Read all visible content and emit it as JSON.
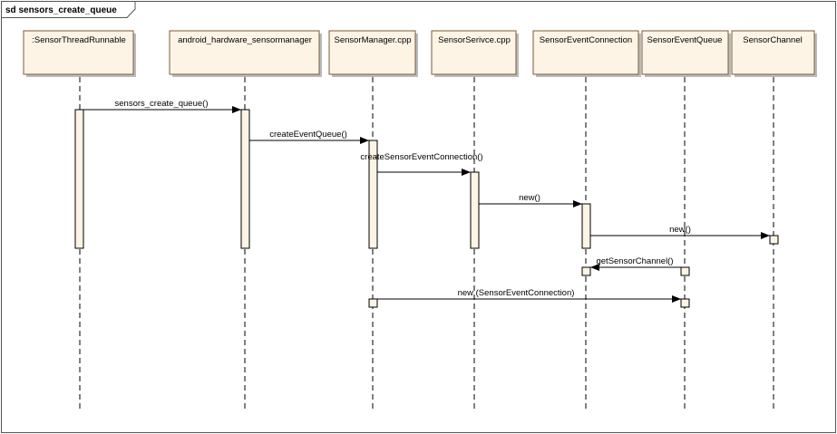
{
  "frame": {
    "title": "sd sensors_create_queue"
  },
  "colors": {
    "participant_fill": "#fdf4e5",
    "participant_border": "#7a5a3a",
    "activation_fill": "#fdf4e5",
    "line": "#000000"
  },
  "participants": [
    {
      "id": "p0",
      "label": ":SensorThreadRunnable"
    },
    {
      "id": "p1",
      "label": "android_hardware_sensormanager"
    },
    {
      "id": "p2",
      "label": "SensorManager.cpp"
    },
    {
      "id": "p3",
      "label": "SensorSerivce.cpp"
    },
    {
      "id": "p4",
      "label": "SensorEventConnection"
    },
    {
      "id": "p5",
      "label": "SensorEventQueue"
    },
    {
      "id": "p6",
      "label": "SensorChannel"
    }
  ],
  "messages": [
    {
      "id": "m0",
      "label": "sensors_create_queue()",
      "from": "p0",
      "to": "p1"
    },
    {
      "id": "m1",
      "label": "createEventQueue()",
      "from": "p1",
      "to": "p2"
    },
    {
      "id": "m2",
      "label": "createSensorEventConnection()",
      "from": "p2",
      "to": "p3"
    },
    {
      "id": "m3",
      "label": "new()",
      "from": "p3",
      "to": "p4"
    },
    {
      "id": "m4",
      "label": "new()",
      "from": "p4",
      "to": "p6"
    },
    {
      "id": "m5",
      "label": "getSensorChannel()",
      "from": "p5",
      "to": "p4"
    },
    {
      "id": "m6",
      "label": "new (SensorEventConnection)",
      "from": "p2",
      "to": "p5"
    }
  ]
}
